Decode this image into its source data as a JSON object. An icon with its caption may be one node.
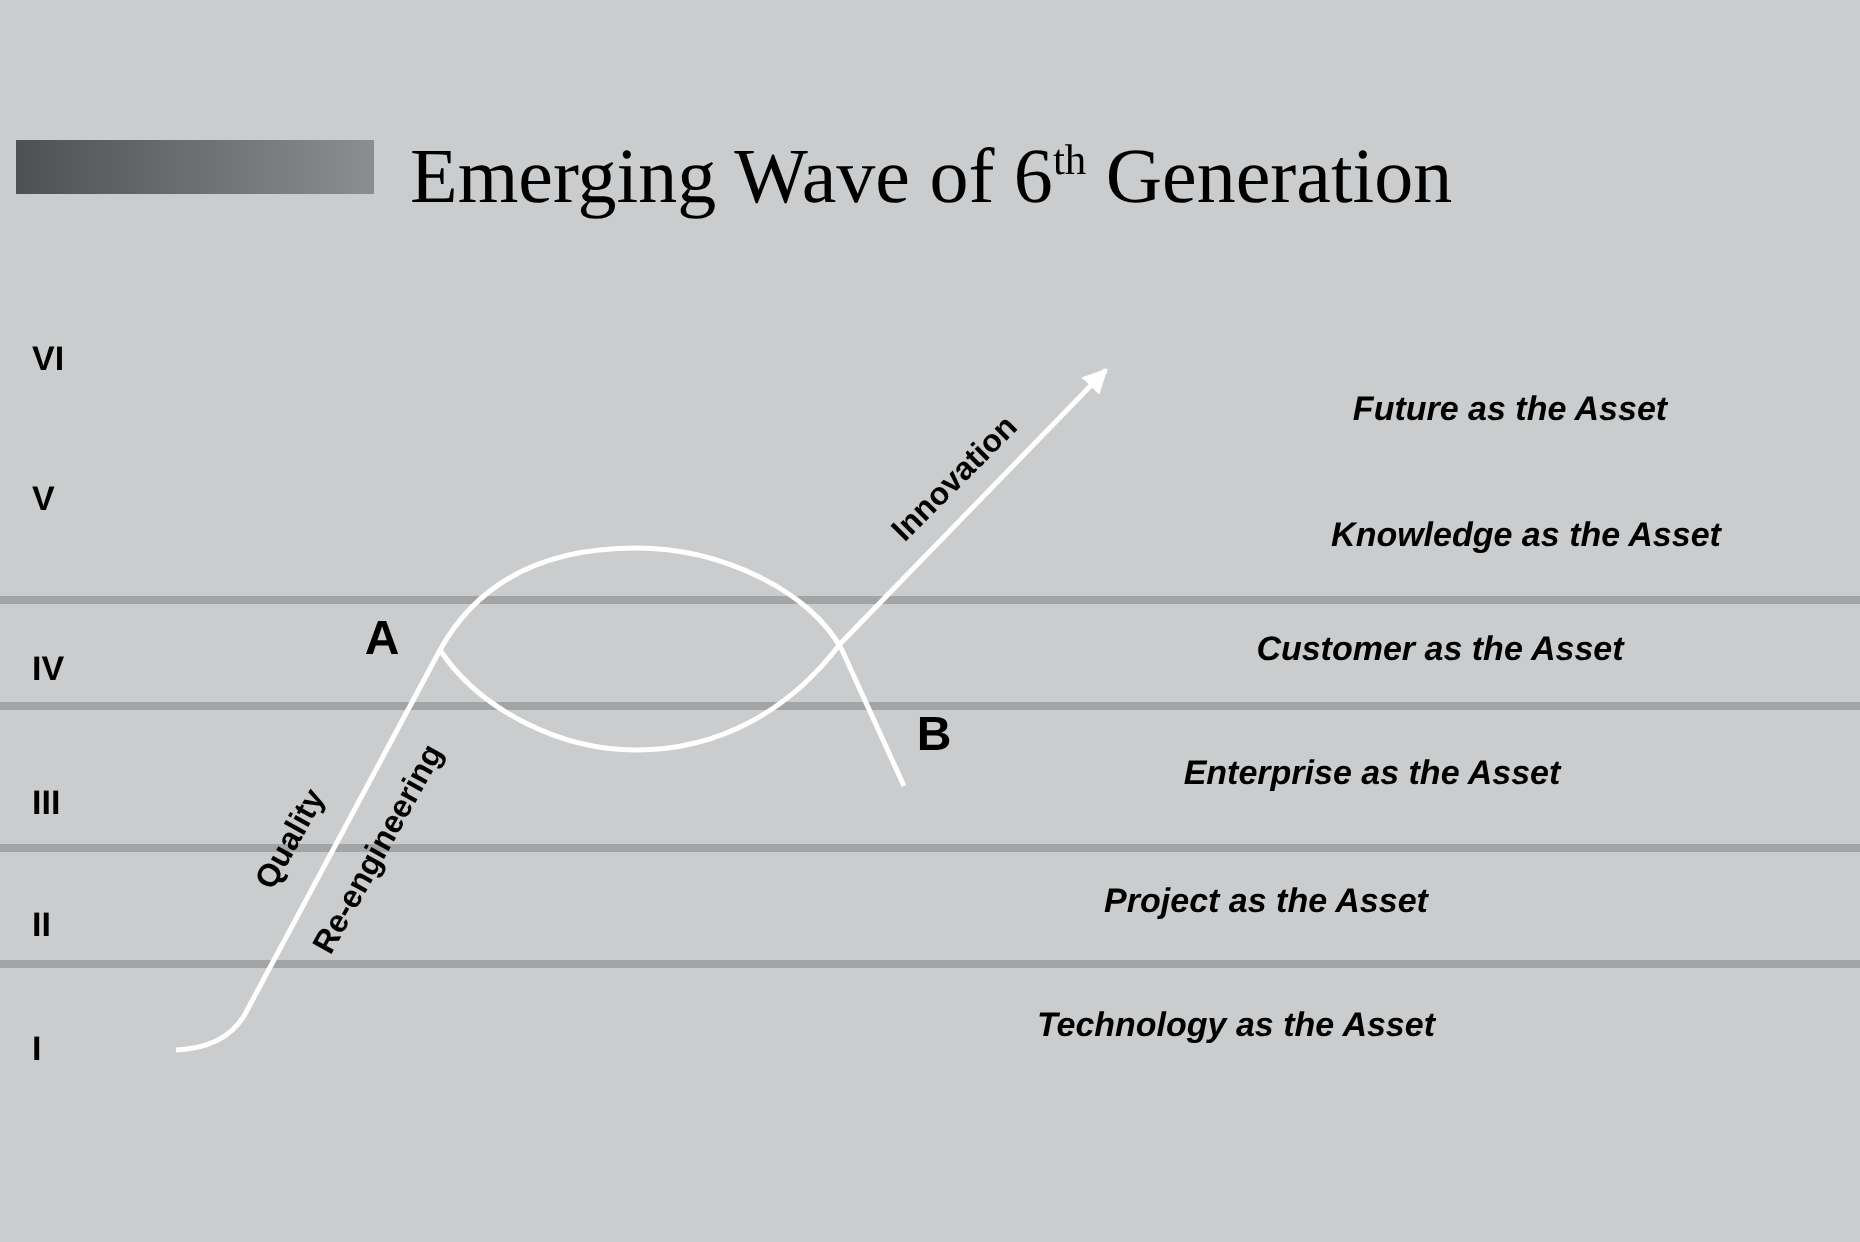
{
  "diagram": {
    "title": "Emerging Wave of 6$^{th}$ Generation",
    "nodes": [
      {
        "text": [],
        "shape": "bar"
      }
    ],
    "labels": [
      "VI",
      "Future as the Asset",
      "V",
      "Knowledge as the Asset",
      "Innovation",
      "A",
      "Customer as the Asset",
      "IV",
      "B",
      "Enterprise as the Asset",
      "III",
      "Quality",
      "Re-engineering",
      "Project as the Asset",
      "II",
      "Technology as the Asset",
      "I"
    ]
  }
}
